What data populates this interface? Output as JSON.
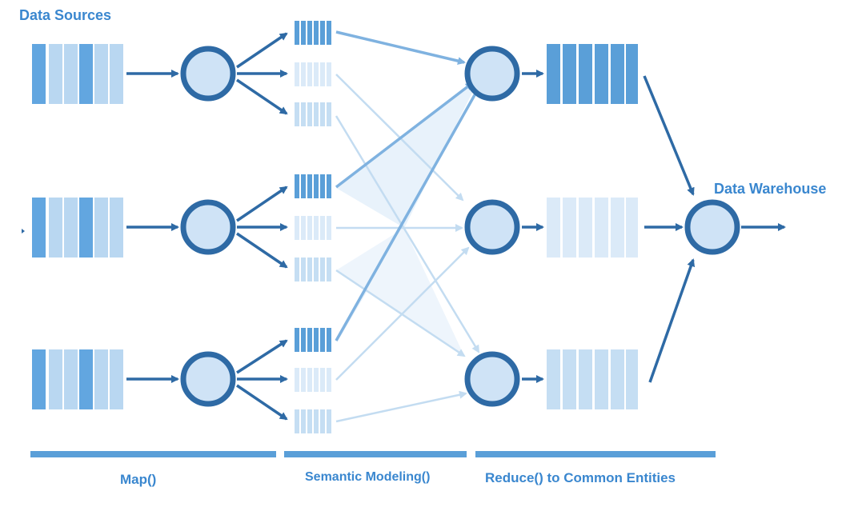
{
  "labels": {
    "data_sources": "Data Sources",
    "data_warehouse": "Data Warehouse"
  },
  "phases": [
    {
      "label": "Map()"
    },
    {
      "label": "Semantic Modeling()"
    },
    {
      "label": "Reduce() to Common Entities"
    }
  ],
  "colors": {
    "dark_blue": "#3b7fbd",
    "node_fill": "#cfe3f6",
    "node_stroke": "#2e6aa5",
    "light_blue": "#b9d7f1",
    "pale_blue": "#dbeaf8",
    "label_text": "#3a87cf",
    "faint_arrow": "#c3dcf1",
    "mid_arrow": "#7fb2e0",
    "phase_bar": "#5a9fd8"
  }
}
